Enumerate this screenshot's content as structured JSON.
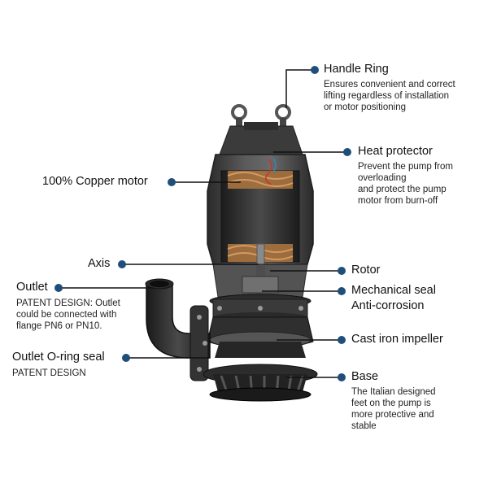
{
  "colors": {
    "dot": "#1f4e79",
    "leader_line": "#111111",
    "pump_body": "#3a3a3a",
    "pump_dark": "#1e1e1e",
    "copper": "#b07a4a"
  },
  "labels": {
    "handle_ring": {
      "title": "Handle Ring",
      "desc": [
        "Ensures convenient and correct",
        "lifting regardless of installation",
        "or motor positioning"
      ]
    },
    "heat_protector": {
      "title": "Heat protector",
      "desc": [
        "Prevent the pump from",
        "overloading",
        "and protect the pump",
        "motor from burn-off"
      ]
    },
    "copper_motor": {
      "title": "100% Copper motor"
    },
    "axis": {
      "title": "Axis"
    },
    "rotor": {
      "title": "Rotor"
    },
    "mechanical_seal": {
      "title_1": "Mechanical seal",
      "title_2": "Anti-corrosion"
    },
    "outlet": {
      "title": "Outlet",
      "desc": [
        "PATENT DESIGN: Outlet",
        "could be connected with",
        "flange PN6 or PN10."
      ]
    },
    "cast_iron_impeller": {
      "title": "Cast iron impeller"
    },
    "outlet_oring": {
      "title": "Outlet O-ring seal",
      "desc": [
        "PATENT DESIGN"
      ]
    },
    "base": {
      "title": "Base",
      "desc": [
        "The Italian designed",
        "feet on the pump is",
        "more protective and",
        "stable"
      ]
    }
  }
}
